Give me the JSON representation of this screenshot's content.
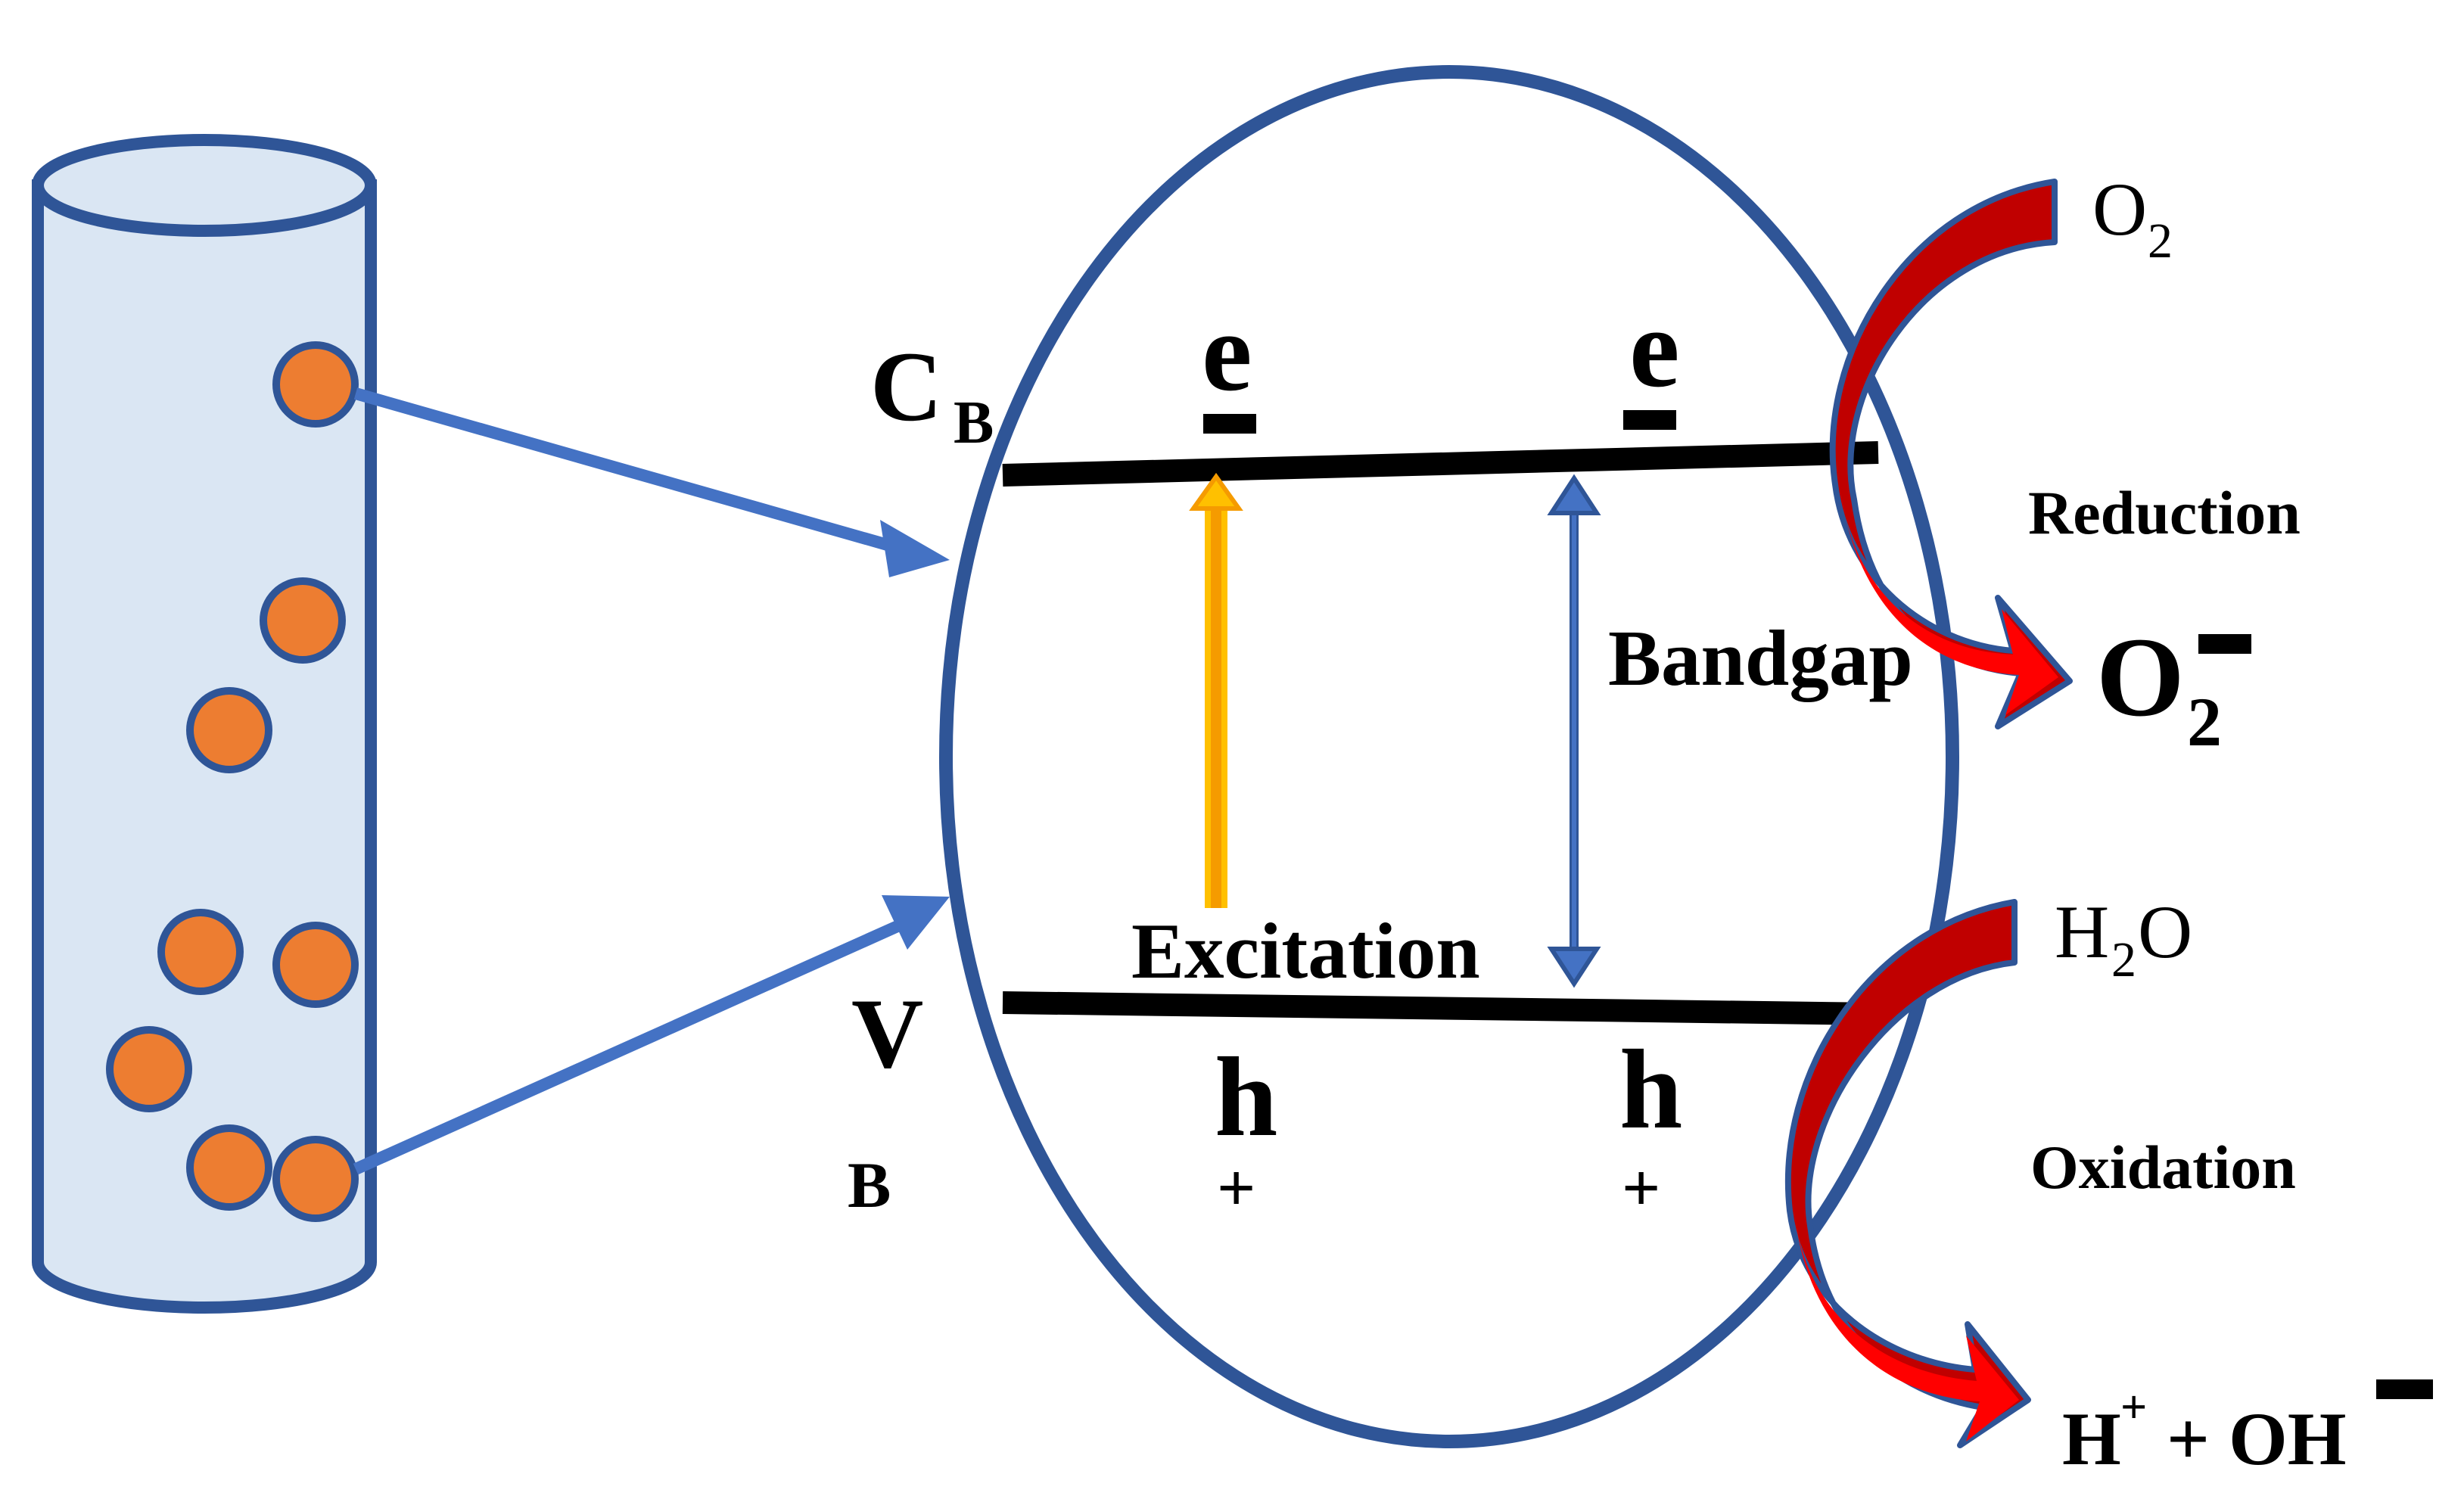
{
  "labels": {
    "cb_main": "C",
    "cb_sub": "B",
    "vb_main": "V",
    "vb_sub": "B",
    "electron": "e",
    "hole": "h",
    "hole_charge": "+",
    "excitation": "Excitation",
    "bandgap": "Bandgap",
    "reduction": "Reduction",
    "oxidation": "Oxidation",
    "o2_main": "O",
    "o2_sub": "2",
    "superoxide_main": "O",
    "superoxide_sub": "2",
    "h2o_h": "H",
    "h2o_sub": "2",
    "h2o_o": "O",
    "products_h": "H",
    "products_plus": "+",
    "products_rest": " + OH"
  },
  "colors": {
    "outline_blue": "#2f5597",
    "arrow_blue": "#4472c4",
    "tube_fill": "#dae6f3",
    "particle_fill": "#ed7d31",
    "band_line": "#000000",
    "excitation_arrow": "#ffc000",
    "reaction_arrow": "#c00000"
  }
}
